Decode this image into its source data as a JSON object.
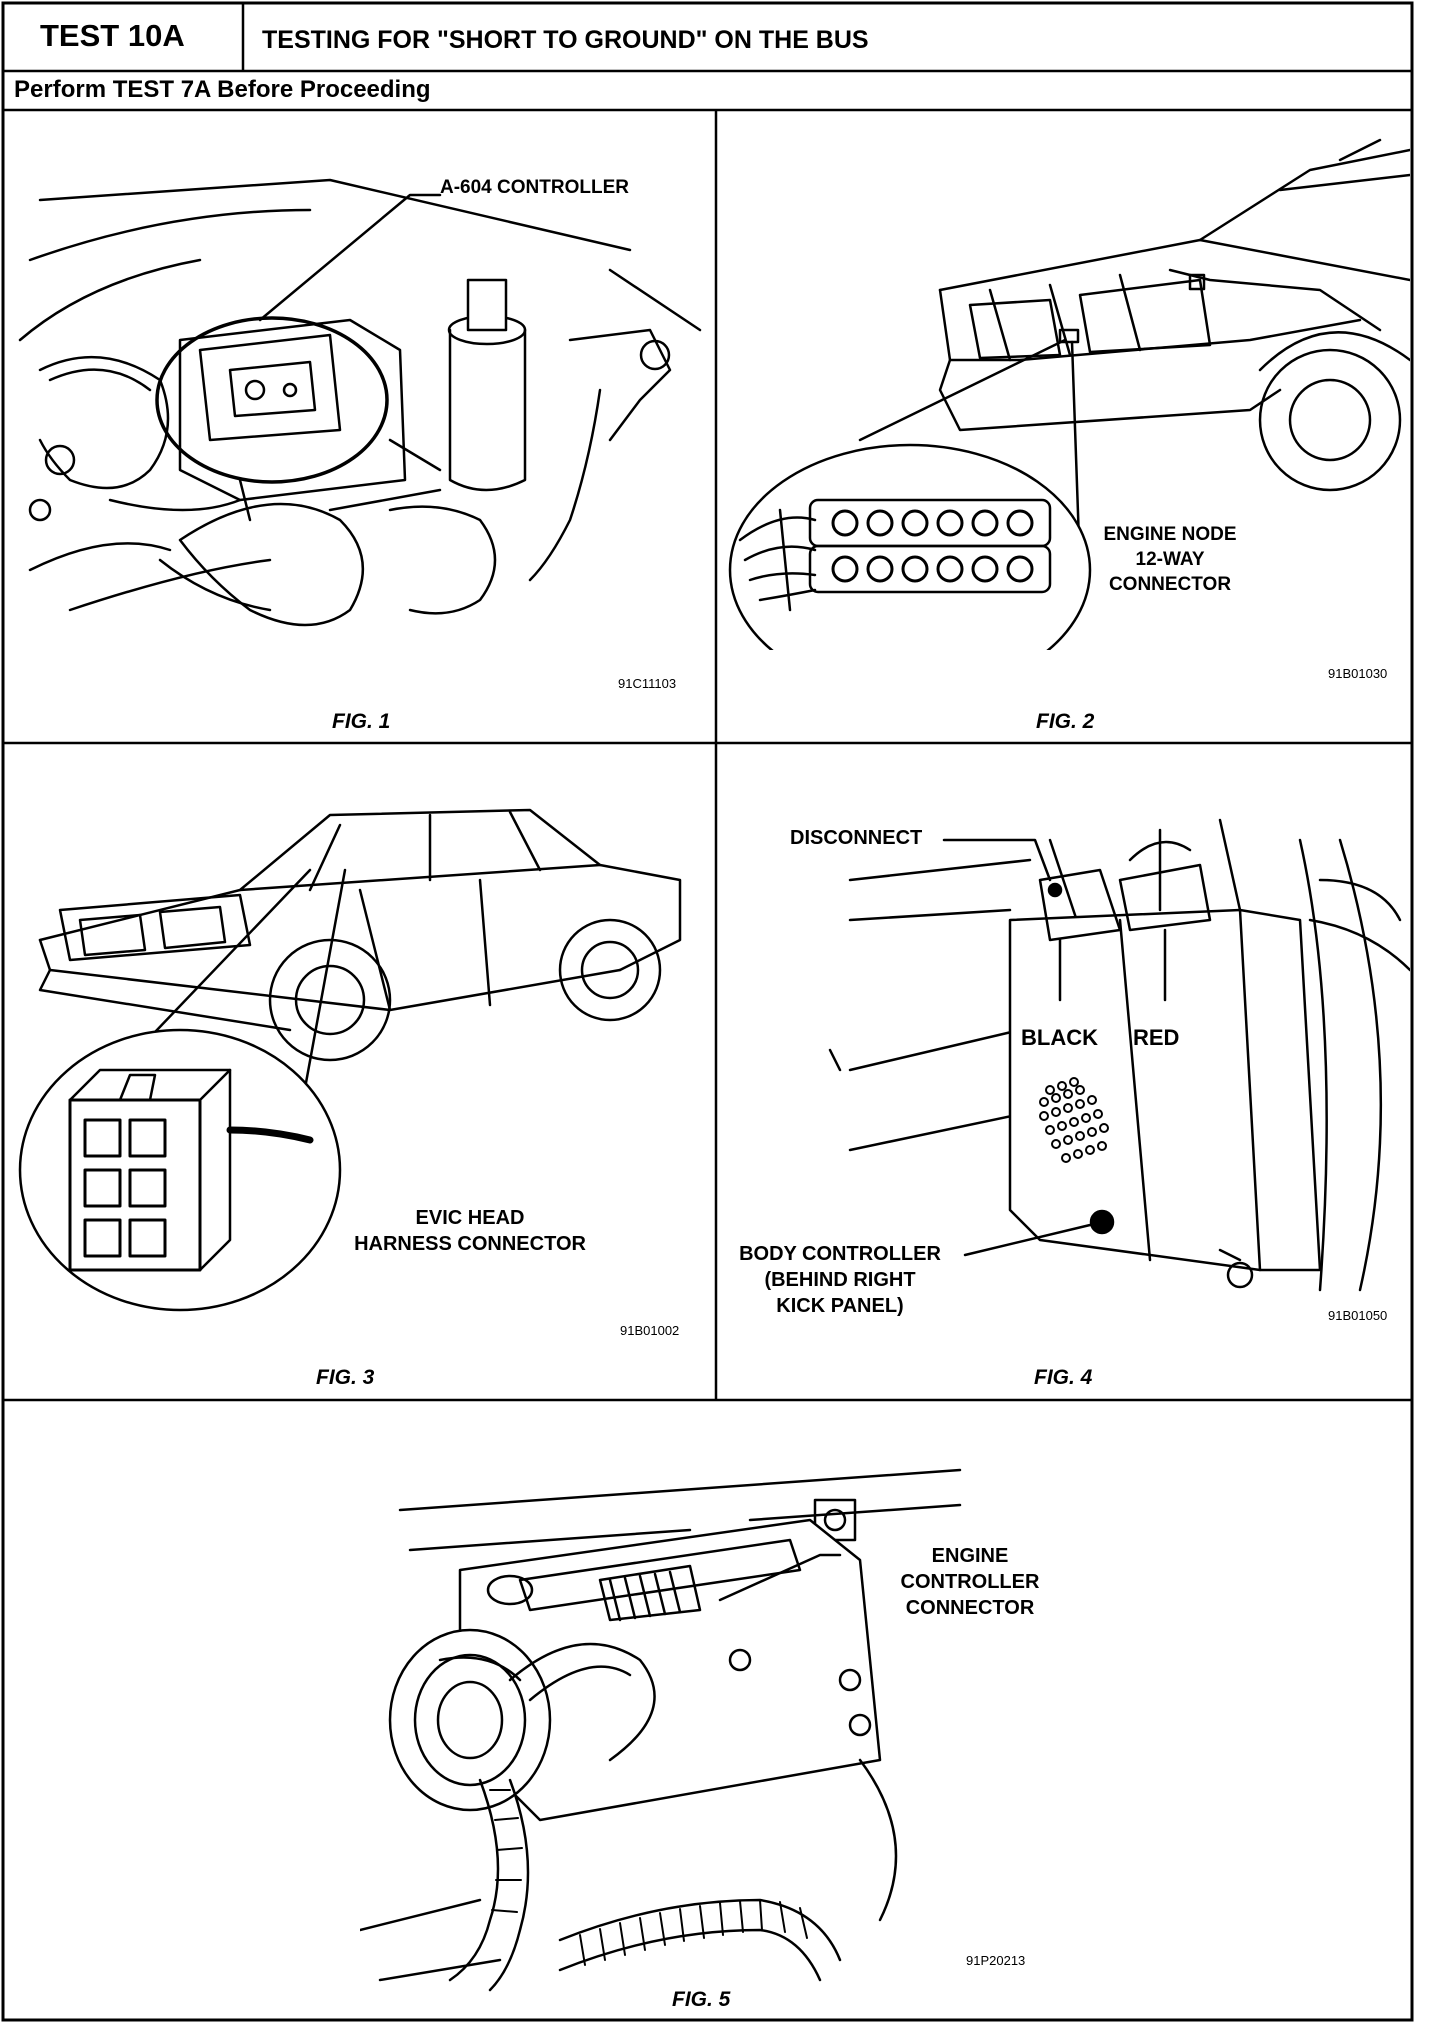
{
  "header": {
    "test_id": "TEST 10A",
    "title": "TESTING FOR \"SHORT TO GROUND\" ON THE BUS",
    "prerequisite": "Perform TEST 7A Before Proceeding"
  },
  "figures": [
    {
      "caption": "FIG. 1",
      "code": "91C11103",
      "labels": [
        "A-604 CONTROLLER"
      ]
    },
    {
      "caption": "FIG. 2",
      "code": "91B01030",
      "labels": [
        "ENGINE NODE",
        "12-WAY",
        "CONNECTOR"
      ]
    },
    {
      "caption": "FIG. 3",
      "code": "91B01002",
      "labels": [
        "EVIC HEAD",
        "HARNESS CONNECTOR"
      ]
    },
    {
      "caption": "FIG. 4",
      "code": "91B01050",
      "labels": [
        "DISCONNECT",
        "BLACK",
        "RED",
        "BODY CONTROLLER",
        "(BEHIND RIGHT",
        "KICK PANEL)"
      ]
    },
    {
      "caption": "FIG. 5",
      "code": "91P20213",
      "labels": [
        "ENGINE",
        "CONTROLLER",
        "CONNECTOR"
      ]
    }
  ]
}
